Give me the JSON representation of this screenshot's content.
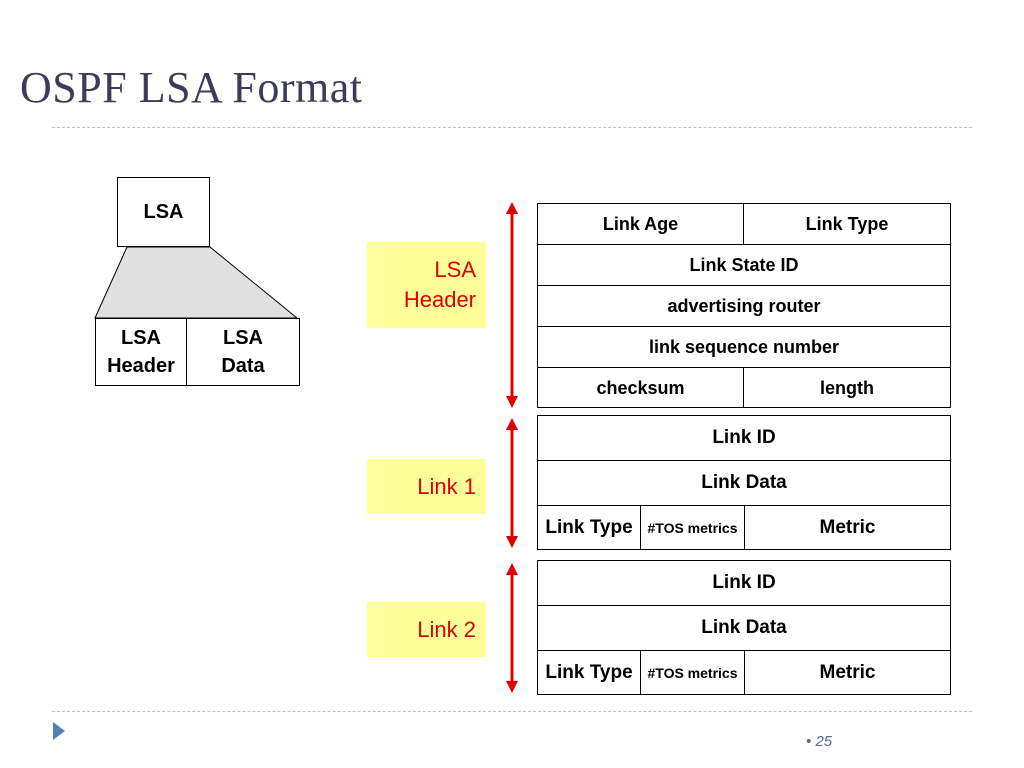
{
  "slide": {
    "title": "OSPF LSA Format",
    "page_number": "25",
    "bullet": "•"
  },
  "lsa_diagram": {
    "top_label": "LSA",
    "header_label_line1": "LSA",
    "header_label_line2": "Header",
    "data_label_line1": "LSA",
    "data_label_line2": "Data"
  },
  "section_labels": {
    "header_line1": "LSA",
    "header_line2": "Header",
    "link1": "Link 1",
    "link2": "Link 2"
  },
  "header_table": {
    "link_age": "Link Age",
    "link_type": "Link Type",
    "link_state_id": "Link State ID",
    "advertising_router": "advertising router",
    "link_sequence_number": "link sequence number",
    "checksum": "checksum",
    "length": "length"
  },
  "link1_table": {
    "link_id": "Link ID",
    "link_data": "Link Data",
    "link_type": "Link Type",
    "tos_metrics": "#TOS metrics",
    "metric": "Metric"
  },
  "link2_table": {
    "link_id": "Link ID",
    "link_data": "Link Data",
    "link_type": "Link Type",
    "tos_metrics": "#TOS metrics",
    "metric": "Metric"
  },
  "colors": {
    "title": "#3c3c5a",
    "label_bg": "#ffff99",
    "label_text": "#e00000",
    "arrow": "#e00000",
    "funnel_fill": "#e0e0e0",
    "nav_icon": "#4f81bd"
  }
}
